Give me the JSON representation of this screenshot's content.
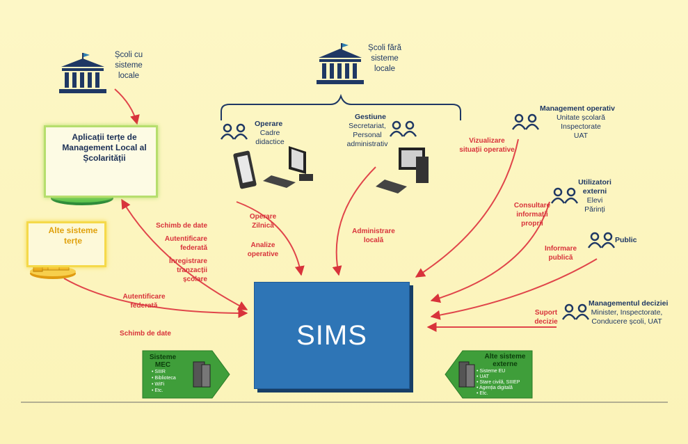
{
  "top_left_school": {
    "label": "Școli cu\nsisteme\nlocale"
  },
  "top_center_school": {
    "label": "Școli fără\nsisteme\nlocale"
  },
  "local_apps_box": {
    "title": "Aplicații terțe de\nManagement Local al\nȘcolarității"
  },
  "other_third_party_box": {
    "title": "Alte sisteme\nterțe"
  },
  "operare": {
    "title": "Operare",
    "sub": "Cadre\ndidactice"
  },
  "gestiune": {
    "title": "Gestiune",
    "sub": "Secretariat,\nPersonal\nadministrativ"
  },
  "mgmt_operativ": {
    "title": "Management operativ",
    "sub": "Unitate școlară\nInspectorate\nUAT"
  },
  "utilizatori_externi": {
    "title": "Utilizatori\nexterni",
    "sub": "Elevi\nPărinți"
  },
  "public": {
    "title": "Public"
  },
  "mgmt_decizie": {
    "title": "Managementul deciziei",
    "sub": "Minister, Inspectorate,\nConducere școli, UAT"
  },
  "center": {
    "label": "SIMS"
  },
  "flows": {
    "schimb_date_1": "Schimb de date",
    "autentificare_federata_1": "Autentificare\nfederată",
    "inregistrare": "Înregistrare\ntranzacții\nșcolare",
    "autentificare_federata_2": "Autentificare\nfederată",
    "schimb_date_2": "Schimb de date",
    "operare_zilnica": "Operare\nZilnică",
    "analize_operative": "Analize\noperative",
    "administrare_locala": "Administrare\nlocală",
    "vizualizare": "Vizualizare\nsituații operative",
    "consultare": "Consultare\ninformații\nproprii",
    "informare": "Informare\npublică",
    "suport": "Suport\ndecizie"
  },
  "mec_tag": {
    "title": "Sisteme\nMEC",
    "items": [
      "• SIIIR",
      "• Biblioteca",
      "• WiFi",
      "• Etc."
    ]
  },
  "external_tag": {
    "title": "Alte sisteme\nexterne",
    "items": [
      "• Sisteme EU",
      "• UAT",
      "• Stare civilă, SIIIEP",
      "• Agenția digitală",
      "• Etc."
    ]
  },
  "colors": {
    "navy": "#1f3864",
    "red": "#d8333b",
    "sims_blue": "#2e75b6",
    "green": "#3aa535",
    "gold": "#f2b01e"
  }
}
